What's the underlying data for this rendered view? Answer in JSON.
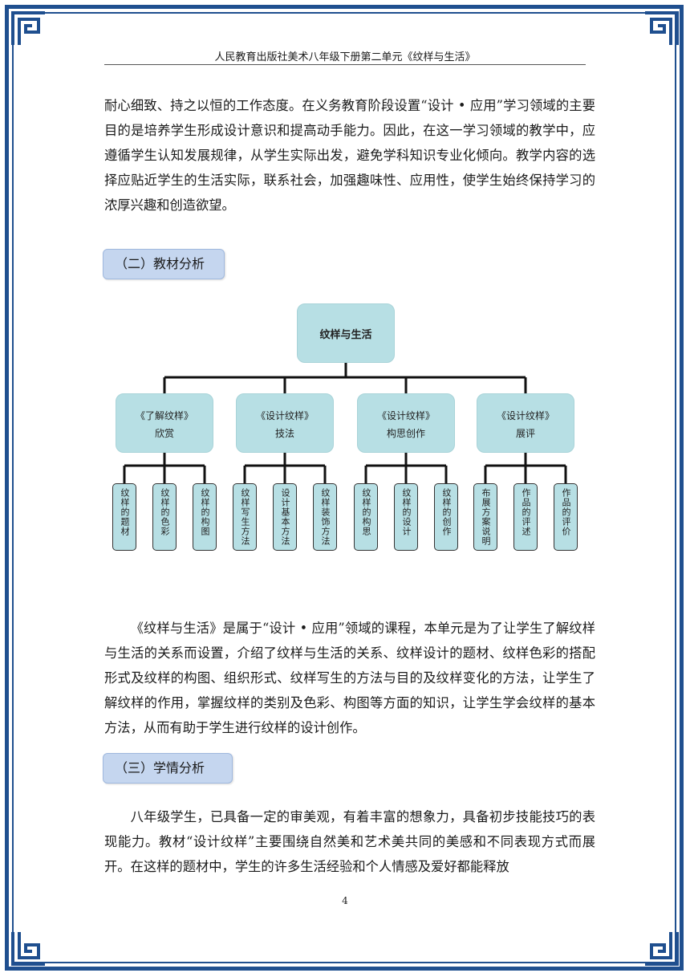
{
  "header": {
    "running_title": "人民教育出版社美术八年级下册第二单元《纹样与生活》"
  },
  "paragraphs": {
    "intro_continuation": "耐心细致、持之以恒的工作态度。在义务教育阶段设置“设计 • 应用”学习领域的主要目的是培养学生形成设计意识和提高动手能力。因此，在这一学习领域的教学中，应遵循学生认知发展规律，从学生实际出发，避免学科知识专业化倾向。教学内容的选择应贴近学生的生活实际，联系社会，加强趣味性、应用性，使学生始终保持学习的浓厚兴趣和创造欲望。",
    "analysis": "《纹样与生活》是属于“设计 • 应用”领域的课程，本单元是为了让学生了解纹样与生活的关系而设置，介绍了纹样与生活的关系、纹样设计的题材、纹样色彩的搭配形式及纹样的构图、组织形式、纹样写生的方法与目的及纹样变化的方法，让学生了解纹样的作用，掌握纹样的类别及色彩、构图等方面的知识，让学生学会纹样的基本方法，从而有助于学生进行纹样的设计创作。",
    "students": "八年级学生，已具备一定的审美观，有着丰富的想象力，具备初步技能技巧的表现能力。教材“设计纹样”主要围绕自然美和艺术美共同的美感和不同表现方式而展开。在这样的题材中，学生的许多生活经验和个人情感及爱好都能释放"
  },
  "sections": {
    "textbook_analysis": "（二）教材分析",
    "student_analysis": "（三）学情分析"
  },
  "diagram": {
    "root": "纹样与生活",
    "branches": [
      {
        "title": "《了解纹样》",
        "subtitle": "欣赏",
        "leaves": [
          "纹样的题材",
          "纹样的色彩",
          "纹样的构图"
        ]
      },
      {
        "title": "《设计纹样》",
        "subtitle": "技法",
        "leaves": [
          "纹样写生方法",
          "设计基本方法",
          "纹样装饰方法"
        ]
      },
      {
        "title": "《设计纹样》",
        "subtitle": "构思创作",
        "leaves": [
          "纹样的构思",
          "纹样的设计",
          "纹样的创作"
        ]
      },
      {
        "title": "《设计纹样》",
        "subtitle": "展评",
        "leaves": [
          "布展方案说明",
          "作品的评述",
          "作品的评价"
        ]
      }
    ]
  },
  "footer": {
    "page_number": "4"
  },
  "colors": {
    "frame": "#1f4f8f",
    "node_fill": "#b7dfe4",
    "section_fill": "#c5d6ef"
  }
}
